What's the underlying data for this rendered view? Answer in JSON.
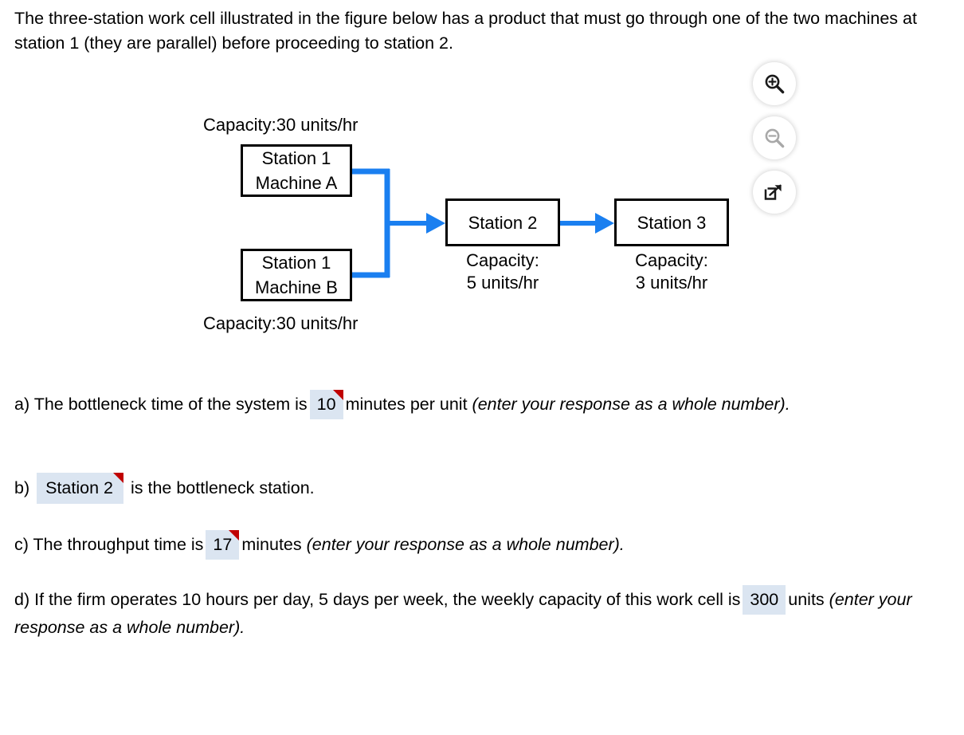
{
  "problem": {
    "text": "The three-station work cell illustrated in the figure below has a product that must go through one of the two machines at station 1 (they are parallel) before proceeding to station 2."
  },
  "figure_tools": {
    "zoom_in": {
      "name": "zoom-in-icon",
      "title": "Zoom In",
      "enabled": true
    },
    "zoom_out": {
      "name": "zoom-out-icon",
      "title": "Zoom Out",
      "enabled": false
    },
    "pop_out": {
      "name": "pop-out-icon",
      "title": "Open in new window",
      "enabled": true
    }
  },
  "diagram": {
    "accent_color": "#1a7ff0",
    "nodes": [
      {
        "id": "machine-a",
        "line1": "Station 1",
        "line2": "Machine A",
        "capacity_label": "Capacity:30 units/hr"
      },
      {
        "id": "machine-b",
        "line1": "Station 1",
        "line2": "Machine B",
        "capacity_label": "Capacity:30 units/hr"
      },
      {
        "id": "station-2",
        "line1": "Station 2",
        "capacity_line1": "Capacity:",
        "capacity_line2": "5 units/hr"
      },
      {
        "id": "station-3",
        "line1": "Station 3",
        "capacity_line1": "Capacity:",
        "capacity_line2": "3 units/hr"
      }
    ]
  },
  "questions": {
    "a": {
      "prefix": "a) The bottleneck time of the system is",
      "answer": "10",
      "middle": "minutes per unit",
      "hint": "(enter your response as a whole number).",
      "flagged": true
    },
    "b": {
      "prefix": "b)",
      "answer": "Station 2",
      "suffix": "is the bottleneck station.",
      "flagged": true
    },
    "c": {
      "prefix": "c) The throughput time is",
      "answer": "17",
      "middle": "minutes",
      "hint": "(enter your response as a whole number).",
      "flagged": true
    },
    "d": {
      "prefix": "d) If the firm operates 10 hours per day, 5 days per week, the weekly capacity of this work cell is",
      "answer": "300",
      "middle": "units",
      "hint": "(enter your response as a whole number).",
      "flagged": false
    }
  }
}
